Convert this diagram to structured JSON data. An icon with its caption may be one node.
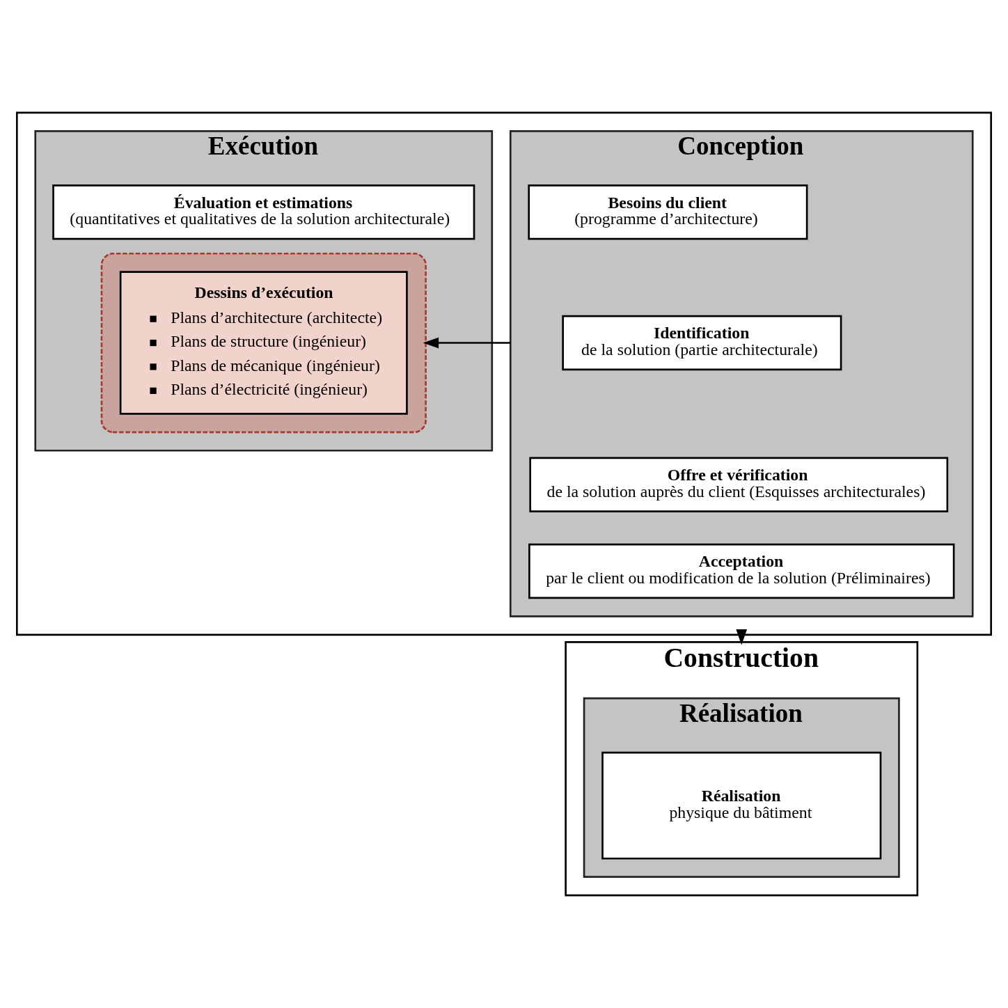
{
  "diagram": {
    "nodes": [
      {
        "text": [],
        "shape": "box"
      },
      {
        "text": [
          "Conception"
        ],
        "in": 0
      },
      {
        "text": [
          "Besoins du client",
          "(programme d’architecture)"
        ],
        "in": 1
      },
      {
        "text": [
          "Identification",
          "de la solution (partie architecturale)"
        ],
        "in": 1
      },
      {
        "text": [
          "Offre et vérification",
          "de la solution auprès du client (Esquisses architecturales)"
        ],
        "in": 1
      },
      {
        "text": [
          "Acceptation",
          "par le client ou modification de la solution (Préliminaires)"
        ],
        "in": 1
      },
      {
        "text": [
          "Exécution"
        ],
        "in": 0
      },
      {
        "text": [
          "Évaluation et estimations",
          "(quantitatives et qualitatives de la solution architecturale)"
        ],
        "in": 6
      },
      {
        "text": [],
        "shape": "box",
        "in": 6
      },
      {
        "text": [
          "Dessins d’exécution",
          "Plans d’architecture (architecte)",
          "Plans de structure (ingénieur)",
          "Plans de mécanique (ingénieur)",
          "Plans d’électricité (ingénieur)"
        ],
        "in": 8
      },
      {
        "text": [
          "Construction"
        ]
      },
      {
        "text": [
          "Réalisation"
        ],
        "in": 10
      },
      {
        "text": [
          "Réalisation",
          "physique du bâtiment"
        ],
        "in": 11
      }
    ],
    "edges": [
      {
        "from": 1,
        "to": 8,
        "arrow": "to"
      },
      {
        "from": 0,
        "to": 10,
        "arrow": "to"
      }
    ]
  }
}
